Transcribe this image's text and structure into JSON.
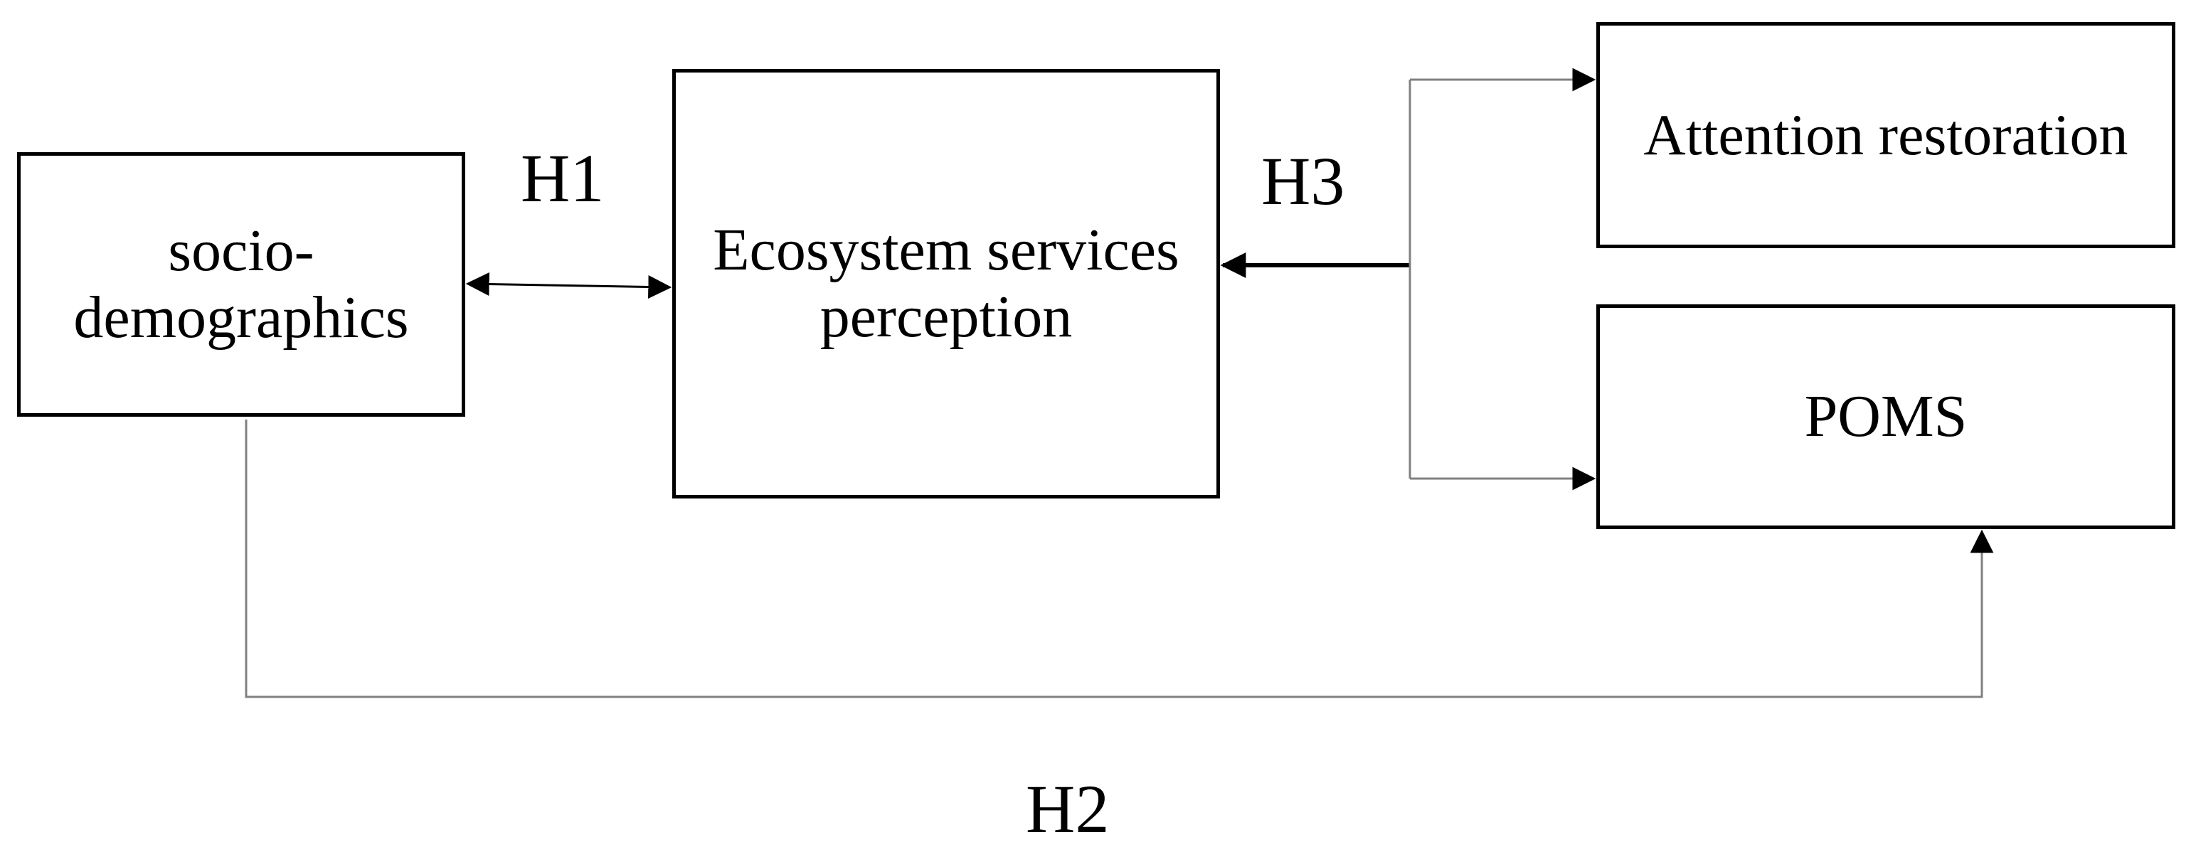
{
  "diagram": {
    "nodes": {
      "socio": {
        "label": "socio-\ndemographics"
      },
      "eco": {
        "label": "Ecosystem services\nperception"
      },
      "attention": {
        "label": "Attention restoration"
      },
      "poms": {
        "label": "POMS"
      }
    },
    "edges": [
      {
        "id": "h1",
        "label": "H1",
        "from": "socio",
        "to": "eco",
        "direction": "bidirectional"
      },
      {
        "id": "h2",
        "label": "H2",
        "from": "socio",
        "to": "poms",
        "direction": "forward"
      },
      {
        "id": "h3",
        "label": "H3",
        "from": "eco",
        "to": [
          "attention",
          "poms"
        ],
        "direction": "bidirectional"
      }
    ],
    "colors": {
      "line": "#000000",
      "connector": "#808080",
      "background": "#ffffff"
    }
  }
}
